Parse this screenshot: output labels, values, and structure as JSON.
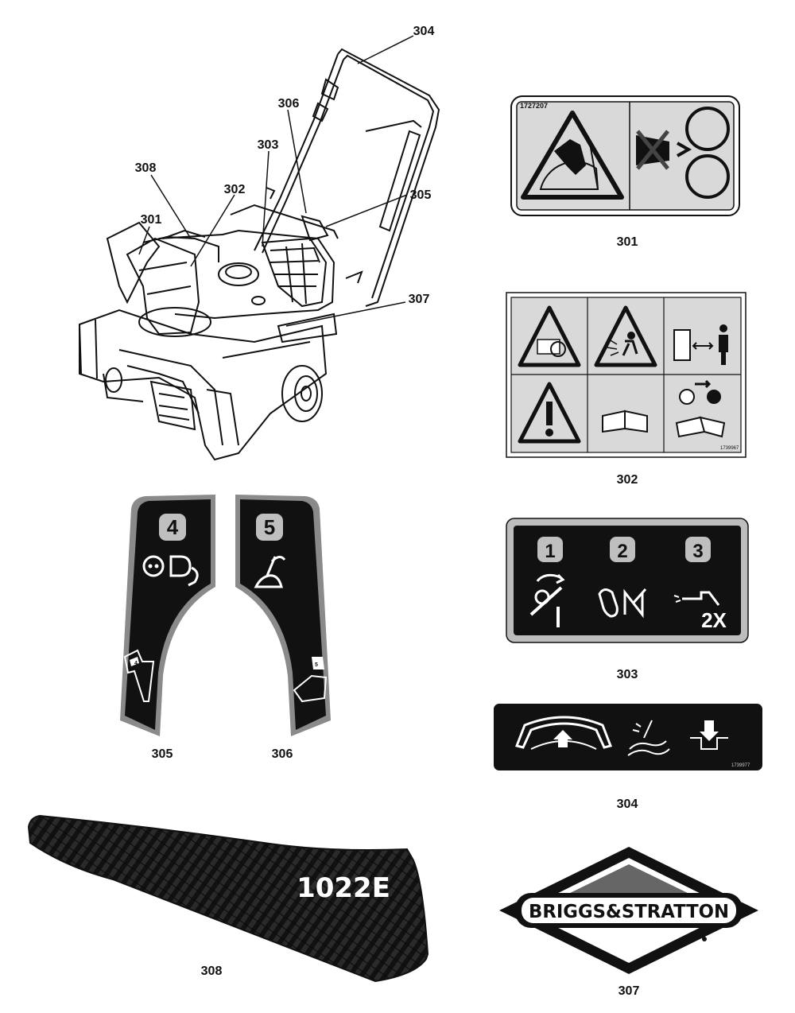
{
  "callouts": {
    "c301": "301",
    "c302": "302",
    "c303": "303",
    "c304": "304",
    "c305": "305",
    "c306": "306",
    "c307": "307",
    "c308": "308"
  },
  "decals": {
    "d301": {
      "label": "301",
      "part_no": "1727207"
    },
    "d302": {
      "label": "302",
      "part_no": "1739967"
    },
    "d303": {
      "label": "303",
      "steps": [
        "1",
        "2",
        "3"
      ],
      "count_text": "2X"
    },
    "d304": {
      "label": "304",
      "part_no": "1739977"
    },
    "d305": {
      "label": "305",
      "step": "4",
      "small_step": "4"
    },
    "d306": {
      "label": "306",
      "step": "5",
      "small_step": "5"
    },
    "d307": {
      "label": "307",
      "brand": "BRIGGS&STRATTON"
    },
    "d308": {
      "label": "308",
      "model": "1022E"
    }
  },
  "colors": {
    "decal_black": "#111111",
    "decal_gray": "#d9d9d9",
    "border_gray": "#8a8a8a",
    "step_badge": "#bfbfbf"
  }
}
